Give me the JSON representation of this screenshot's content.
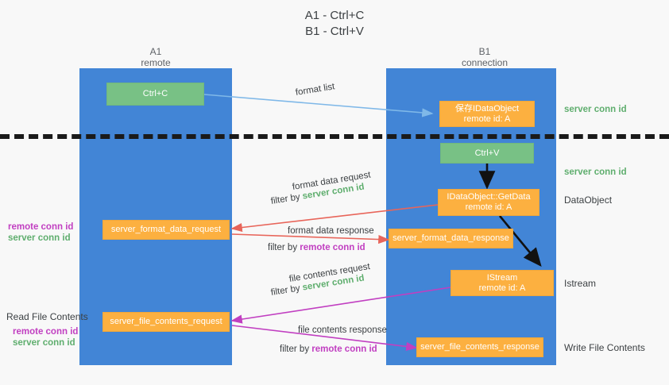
{
  "title": {
    "line1": "A1 - Ctrl+C",
    "line2": "B1 - Ctrl+V"
  },
  "columns": [
    {
      "name": "A1",
      "sub": "remote"
    },
    {
      "name": "B1",
      "sub": "connection"
    }
  ],
  "boxes": {
    "ctrl_c": {
      "label": "Ctrl+C"
    },
    "save_idataobject": {
      "line1": "保存IDataObject",
      "line2": "remote id: A"
    },
    "ctrl_v": {
      "label": "Ctrl+V"
    },
    "getdata": {
      "line1": "IDataObject::GetData",
      "line2": "remote id: A"
    },
    "istream": {
      "line1": "IStream",
      "line2": "remote id: A"
    },
    "server_format_data_request": {
      "label": "server_format_data_request"
    },
    "server_format_data_response": {
      "label": "server_format_data_response"
    },
    "server_file_contents_request": {
      "label": "server_file_contents_request"
    },
    "server_file_contents_response": {
      "label": "server_file_contents_response"
    }
  },
  "edge_labels": {
    "format_list": "format list",
    "format_data_request": "format data request",
    "format_data_request_filter_prefix": "filter by ",
    "format_data_request_filter_value": "server conn id",
    "format_data_response": "format data response",
    "format_data_response_filter_prefix": "filter by ",
    "format_data_response_filter_value": "remote conn id",
    "file_contents_request": "file contents request",
    "file_contents_request_filter_prefix": "filter by ",
    "file_contents_request_filter_value": "server conn id",
    "file_contents_response": "file contents response",
    "file_contents_response_filter_prefix": "filter by ",
    "file_contents_response_filter_value": "remote conn id"
  },
  "side_labels": {
    "server_conn_id_top": "server conn id",
    "server_conn_id_mid": "server conn id",
    "dataobject": "DataObject",
    "istream": "Istream",
    "write_file_contents": "Write File Contents",
    "read_file_contents": "Read File Contents",
    "remote_conn_id": "remote conn id",
    "server_conn_id": "server conn id"
  },
  "colors": {
    "lane": "#4285d6",
    "green_box": "#78c185",
    "orange_box": "#fcb040",
    "green_text": "#5fae6e",
    "magenta_text": "#c13fc1",
    "arrow_blue": "#7fb8e8",
    "arrow_red": "#e8655a",
    "arrow_magenta": "#c13fc1",
    "arrow_black": "#1a1a1a",
    "background": "#f8f8f8"
  }
}
